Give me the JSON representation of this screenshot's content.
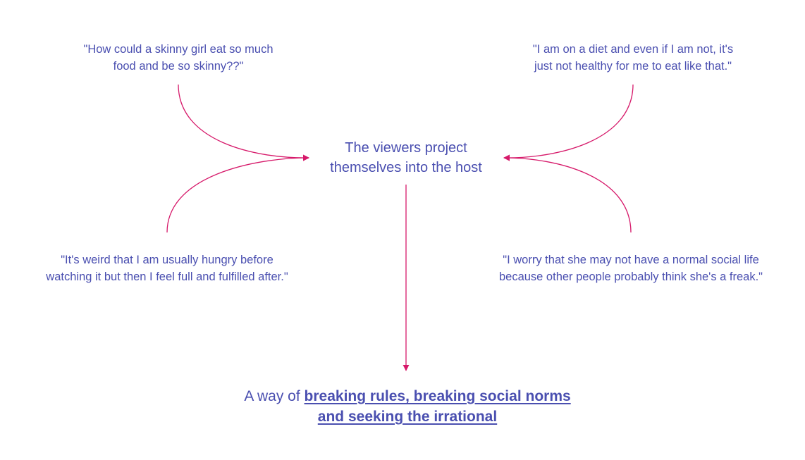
{
  "colors": {
    "text": "#4a4fb0",
    "arrow": "#d6196a"
  },
  "quotes": {
    "top_left": [
      "\"How could a skinny girl eat so much",
      "food and be so skinny??\""
    ],
    "top_right": [
      "\"I am on a diet and even if I am not, it's",
      "just not healthy for me to eat like that.\""
    ],
    "bottom_left": [
      "\"It's weird that I am usually hungry before",
      "watching it but then I feel full and fulfilled after.\""
    ],
    "bottom_right": [
      "\"I worry that she may not have a normal social life",
      "because other people probably think she's a freak.\""
    ]
  },
  "center": {
    "lines": [
      "The viewers project",
      "themselves into the host"
    ]
  },
  "conclusion": {
    "prefix": "A way of ",
    "emphasis_line1": "breaking rules, breaking social norms ",
    "emphasis_line2": "and seeking the irrational"
  }
}
